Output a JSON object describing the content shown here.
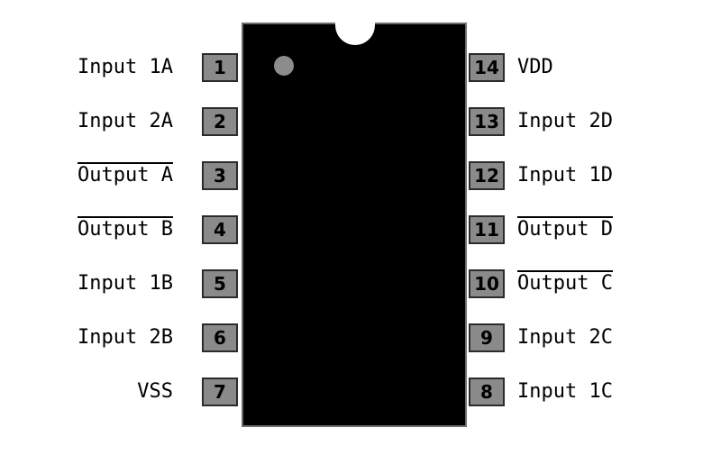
{
  "pins": [
    {
      "number": "1",
      "label": "Input 1A",
      "side": "left",
      "slot": 0,
      "active_low": false
    },
    {
      "number": "2",
      "label": "Input 2A",
      "side": "left",
      "slot": 1,
      "active_low": false
    },
    {
      "number": "3",
      "label": "Output A",
      "side": "left",
      "slot": 2,
      "active_low": true
    },
    {
      "number": "4",
      "label": "Output B",
      "side": "left",
      "slot": 3,
      "active_low": true
    },
    {
      "number": "5",
      "label": "Input 1B",
      "side": "left",
      "slot": 4,
      "active_low": false
    },
    {
      "number": "6",
      "label": "Input 2B",
      "side": "left",
      "slot": 5,
      "active_low": false
    },
    {
      "number": "7",
      "label": "VSS",
      "side": "left",
      "slot": 6,
      "active_low": false
    },
    {
      "number": "14",
      "label": "VDD",
      "side": "right",
      "slot": 0,
      "active_low": false
    },
    {
      "number": "13",
      "label": "Input 2D",
      "side": "right",
      "slot": 1,
      "active_low": false
    },
    {
      "number": "12",
      "label": "Input 1D",
      "side": "right",
      "slot": 2,
      "active_low": false
    },
    {
      "number": "11",
      "label": "Output D",
      "side": "right",
      "slot": 3,
      "active_low": true
    },
    {
      "number": "10",
      "label": "Output C",
      "side": "right",
      "slot": 4,
      "active_low": true
    },
    {
      "number": "9",
      "label": "Input 2C",
      "side": "right",
      "slot": 5,
      "active_low": false
    },
    {
      "number": "8",
      "label": "Input 1C",
      "side": "right",
      "slot": 6,
      "active_low": false
    }
  ]
}
